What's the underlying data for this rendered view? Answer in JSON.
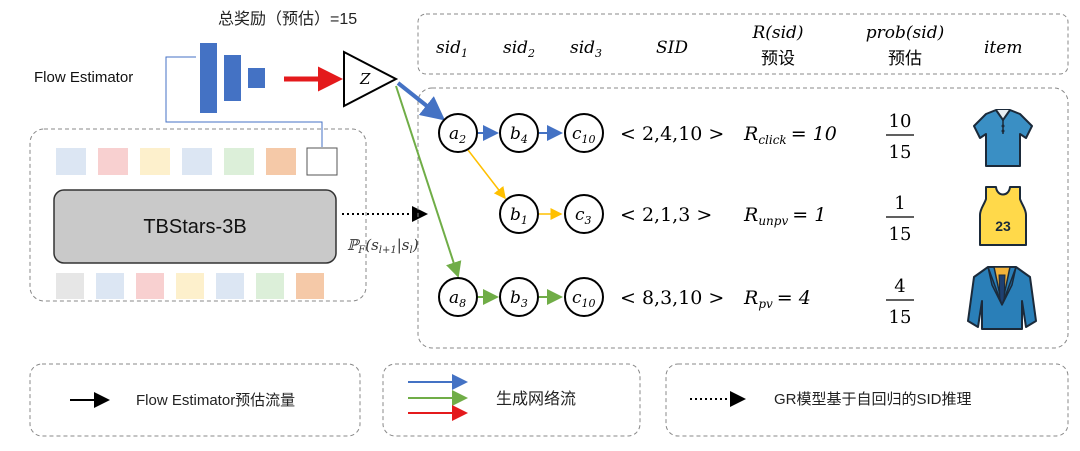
{
  "header": {
    "total_reward": "总奖励（预估）=15",
    "flow_estimator": "Flow Estimator",
    "z_node": "Z"
  },
  "model": {
    "name": "TBStars-3B",
    "transition_base": "ℙ",
    "transition_sub": "F",
    "transition_args": "(s",
    "transition_sub2": "l+1",
    "transition_mid": "|s",
    "transition_sub3": "l",
    "transition_end": ")",
    "token_colors_top": [
      "#dce6f3",
      "#f8d0d0",
      "#fdf0cc",
      "#dce6f3",
      "#dcefd9",
      "#f5c9a8"
    ],
    "token_colors_bottom": [
      "#e6e6e6",
      "#dce6f3",
      "#f8d0d0",
      "#fdf0cc",
      "#dce6f3",
      "#dcefd9",
      "#f5c9a8"
    ]
  },
  "table_header": {
    "sid": "sid",
    "sub1": "1",
    "sub2": "2",
    "sub3": "3",
    "SID": "SID",
    "r_top": "R(sid)",
    "r_bottom": "预设",
    "prob_top": "prob(sid)",
    "prob_bottom": "预估",
    "item": "item"
  },
  "rows": [
    {
      "nodes": [
        {
          "base": "a",
          "sub": "2"
        },
        {
          "base": "b",
          "sub": "4"
        },
        {
          "base": "c",
          "sub": "10"
        }
      ],
      "sid": "< 2,4,10 >",
      "reward_sub": "click",
      "reward_value": "= 10",
      "prob_num": "10",
      "prob_den": "15",
      "item_icon": "polo-shirt-icon"
    },
    {
      "nodes": [
        {
          "base": "b",
          "sub": "1"
        },
        {
          "base": "c",
          "sub": "3"
        }
      ],
      "sid": "< 2,1,3 >",
      "reward_sub": "unpv",
      "reward_value": "= 1",
      "prob_num": "1",
      "prob_den": "15",
      "item_icon": "jersey-tank-top-icon",
      "jersey_number": "23"
    },
    {
      "nodes": [
        {
          "base": "a",
          "sub": "8"
        },
        {
          "base": "b",
          "sub": "3"
        },
        {
          "base": "c",
          "sub": "10"
        }
      ],
      "sid": "< 8,3,10 >",
      "reward_sub": "pv",
      "reward_value": "= 4",
      "prob_num": "4",
      "prob_den": "15",
      "item_icon": "suit-jacket-icon"
    }
  ],
  "legend": {
    "estimator_flow": "Flow Estimator预估流量",
    "generated_flow": "生成网络流",
    "ar_inference": "GR模型基于自回归的SID推理"
  },
  "colors": {
    "blue": "#4472c4",
    "green": "#70ad47",
    "red": "#e41a1c",
    "yellow": "#ffc000"
  }
}
